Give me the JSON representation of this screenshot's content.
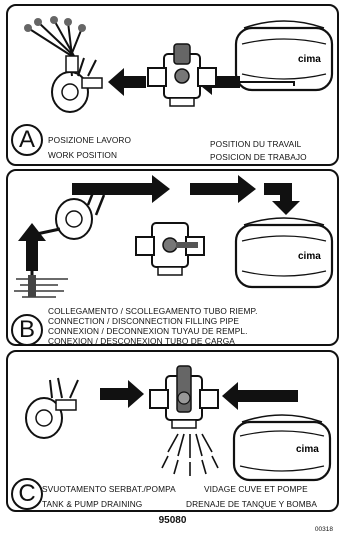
{
  "sections": [
    {
      "letter": "A",
      "lines": [
        "POSIZIONE LAVORO",
        "WORK POSITION",
        "POSITION DU TRAVAIL",
        "POSICION DE TRABAJO"
      ]
    },
    {
      "letter": "B",
      "lines": [
        "COLLEGAMENTO / SCOLLEGAMENTO   TUBO RIEMP.",
        "CONNECTION / DISCONNECTION FILLING PIPE",
        "CONNEXION / DECONNEXION TUYAU DE REMPL.",
        "CONEXION / DESCONEXION TUBO DE CARGA"
      ]
    },
    {
      "letter": "C",
      "lines": [
        "SVUOTAMENTO SERBAT./POMPA",
        "TANK & PUMP  DRAINING",
        "VIDAGE CUVE ET POMPE",
        "DRENAJE DE TANQUE Y BOMBA"
      ]
    }
  ],
  "tank_brand": "cima",
  "doc_code": "95080",
  "page_code": "00318"
}
